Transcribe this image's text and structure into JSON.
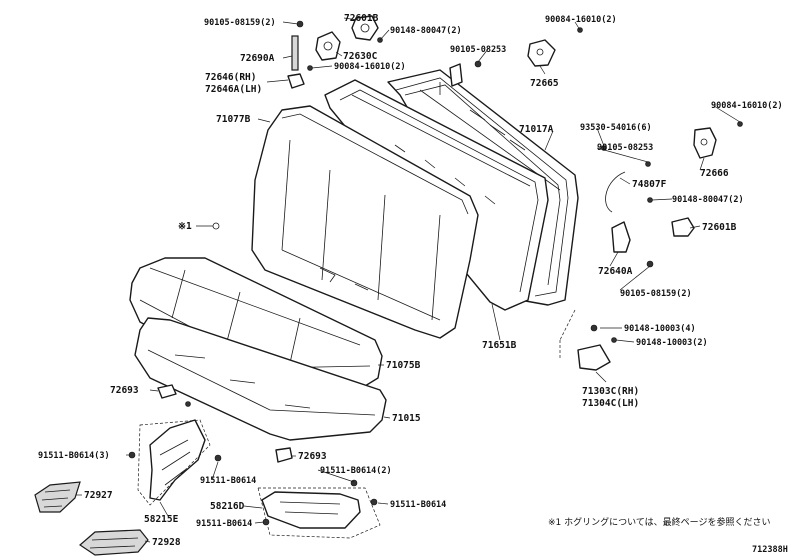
{
  "diagram": {
    "figure_code": "712388H",
    "footnote": "※1 ホグリングについては、最終ページを参照ください",
    "hog_ring_marker": "※1",
    "labels": {
      "l90105_08159_top": "90105-08159(2)",
      "l72601B_top": "72601B",
      "l72630C": "72630C",
      "l90148_80047_top": "90148-80047(2)",
      "l72690A": "72690A",
      "l90084_16010_mid": "90084-16010(2)",
      "l72646RH": "72646(RH)",
      "l72646ALH": "72646A(LH)",
      "l90084_16010_tr": "90084-16010(2)",
      "l90105_08253_top": "90105-08253",
      "l72665": "72665",
      "l71077B": "71077B",
      "l71017A": "71017A",
      "l90084_16010_r": "90084-16010(2)",
      "l93530_54016": "93530-54016(6)",
      "l90105_08253_r": "90105-08253",
      "l72666": "72666",
      "l74807F": "74807F",
      "l90148_80047_r": "90148-80047(2)",
      "l72601B_r": "72601B",
      "l72640A": "72640A",
      "l90105_08159_r": "90105-08159(2)",
      "l71651B": "71651B",
      "l90148_10003_4": "90148-10003(4)",
      "l90148_10003_2": "90148-10003(2)",
      "l71303C": "71303C(RH)",
      "l71304C": "71304C(LH)",
      "l71075B": "71075B",
      "l72693_l": "72693",
      "l71015": "71015",
      "l91511_B0614_3": "91511-B0614(3)",
      "l72693_c": "72693",
      "l91511_B0614_2": "91511-B0614(2)",
      "l91511_B0614_c": "91511-B0614",
      "l72927": "72927",
      "l58216D": "58216D",
      "l91511_B0614_r": "91511-B0614",
      "l58215E": "58215E",
      "l91511_B0614_b": "91511-B0614",
      "l72928": "72928"
    }
  }
}
